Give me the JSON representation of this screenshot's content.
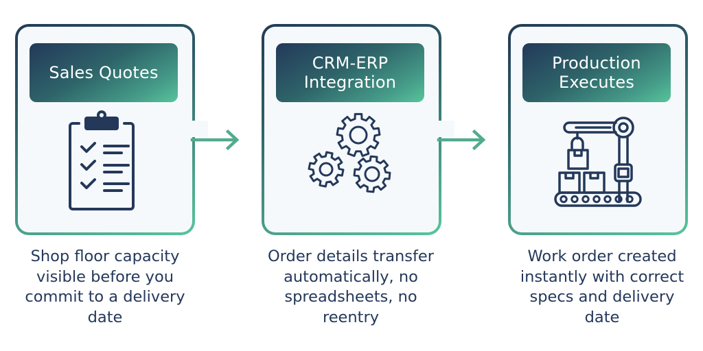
{
  "diagram": {
    "type": "process-flow",
    "colors": {
      "navy": "#24385a",
      "teal": "#2e6469",
      "mint": "#57c59b",
      "card_fill": "#f6f9fc",
      "arrow": "#52ab8e"
    },
    "steps": [
      {
        "title": "Sales Quotes",
        "icon": "clipboard-checklist-icon",
        "caption": "Shop floor capacity visible before you commit to a delivery date"
      },
      {
        "title": "CRM-ERP\nIntegration",
        "icon": "gears-icon",
        "caption": "Order details transfer automatically, no spreadsheets, no reentry"
      },
      {
        "title": "Production\nExecutes",
        "icon": "robotic-assembly-line-icon",
        "caption": "Work order created instantly with correct specs and delivery date"
      }
    ],
    "connectors": [
      {
        "from": 0,
        "to": 1,
        "icon": "arrow-right-icon"
      },
      {
        "from": 1,
        "to": 2,
        "icon": "arrow-right-icon"
      }
    ]
  }
}
